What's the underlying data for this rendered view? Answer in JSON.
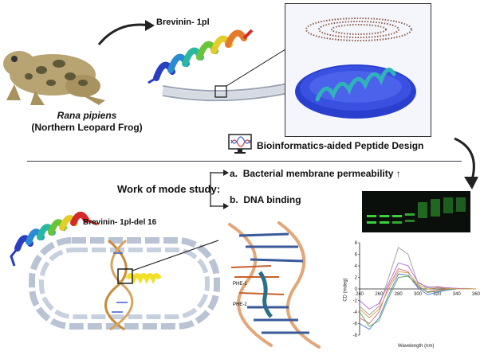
{
  "organism": {
    "name": "Rana pipiens",
    "common_name": "(Northern Leopard Frog)"
  },
  "peptides": {
    "original": "Brevinin- 1pl",
    "variant": "Brevinin- 1pl-del 16"
  },
  "design_step": "Bioinformatics-aided Peptide Design",
  "mode_study": {
    "label": "Work of mode study:",
    "items": [
      {
        "marker": "a.",
        "text": "Bacterial membrane permeability ↑"
      },
      {
        "marker": "b.",
        "text": "DNA binding"
      }
    ]
  },
  "dna_annotations": {
    "phe1": "PHE-1",
    "phe2": "PHE-2"
  },
  "cd_chart": {
    "ylabel": "CD (mdeg)",
    "xlabel": "Wavelength (nm)",
    "x_ticks": [
      "240",
      "260",
      "280",
      "300",
      "320",
      "340",
      "360"
    ],
    "y_ticks": [
      "8",
      "6",
      "4",
      "2",
      "0",
      "-2",
      "-4",
      "-6",
      "-8"
    ]
  },
  "chart_data": {
    "type": "line",
    "title": "",
    "xlabel": "Wavelength (nm)",
    "ylabel": "CD (mdeg)",
    "xlim": [
      240,
      360
    ],
    "ylim": [
      -8,
      8
    ],
    "x": [
      240,
      250,
      260,
      270,
      280,
      290,
      300,
      310,
      320,
      330,
      340,
      350,
      360
    ],
    "series": [
      {
        "color": "#9a9a9a",
        "values": [
          -3,
          -4.5,
          -3,
          2,
          7.2,
          6,
          1,
          0.4,
          0.3,
          0.2,
          0.1,
          0.1,
          0
        ]
      },
      {
        "color": "#d46a6a",
        "values": [
          -5,
          -6,
          -4,
          0.5,
          3.5,
          3,
          0.4,
          -0.5,
          -0.2,
          0,
          0.1,
          0,
          0
        ]
      },
      {
        "color": "#4a7bd4",
        "values": [
          -6,
          -7,
          -5,
          -1,
          2.6,
          2.4,
          0.2,
          -1,
          -0.6,
          -0.2,
          0,
          0,
          0
        ]
      },
      {
        "color": "#5aa05a",
        "values": [
          -4,
          -6.5,
          -5.5,
          -1.5,
          2,
          2.2,
          0.6,
          -0.6,
          -0.4,
          -0.1,
          0,
          0,
          0
        ]
      },
      {
        "color": "#b06ad4",
        "values": [
          -2,
          -3.5,
          -2.5,
          1,
          4.5,
          4,
          1.2,
          0.2,
          0.4,
          0.2,
          0.1,
          0,
          0
        ]
      },
      {
        "color": "#d4a24a",
        "values": [
          -3.5,
          -5,
          -3.5,
          0,
          3,
          2.8,
          0.8,
          0,
          0.2,
          0.1,
          0,
          0,
          0
        ]
      }
    ]
  },
  "colors": {
    "arrow": "#222222",
    "divider": "#3a3a4a",
    "dna_highlight": "#f2e028",
    "membrane_beads": "#2b3fcf",
    "gel_bands": "#39d23a"
  }
}
